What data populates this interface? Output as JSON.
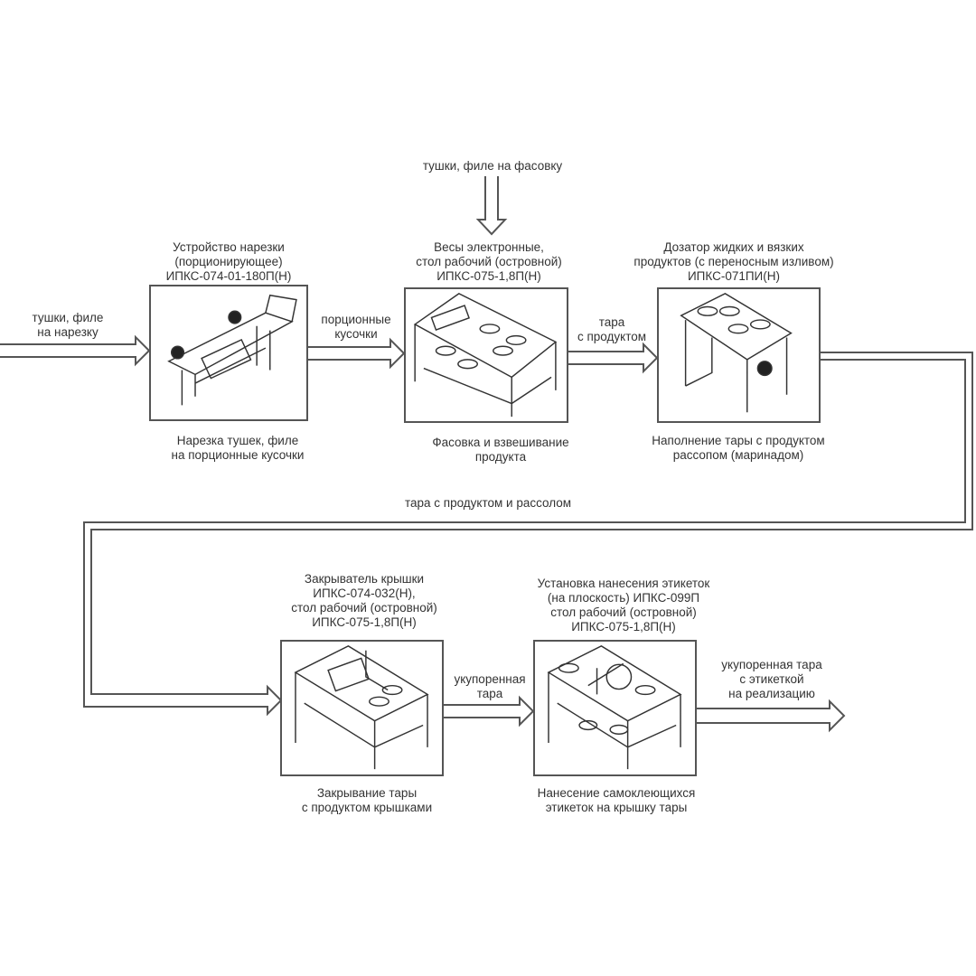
{
  "inputs": {
    "cutting_input": "тушки, филе\nна нарезку",
    "packing_input": "тушки, филе на фасовку"
  },
  "steps": [
    {
      "equipment": "Устройство нарезки\n(порционирующее)\nИПКС-074-01-180П(Н)",
      "operation": "Нарезка тушек, филе\nна порционные кусочки"
    },
    {
      "equipment": "Весы электронные,\nстол рабочий (островной)\nИПКС-075-1,8П(Н)",
      "operation": "Фасовка и взвешивание\nпродукта"
    },
    {
      "equipment": "Дозатор жидких и вязких\nпродуктов (с переносным изливом)\nИПКС-071ПИ(Н)",
      "operation": "Наполнение тары с продуктом\nрассопом (маринадом)"
    },
    {
      "equipment": "Закрыватель крышки\nИПКС-074-032(Н),\nстол рабочий (островной)\nИПКС-075-1,8П(Н)",
      "operation": "Закрывание тары\nс продуктом крышками"
    },
    {
      "equipment": "Установка нанесения этикеток\n(на плоскость) ИПКС-099П\nстол рабочий (островной)\nИПКС-075-1,8П(Н)",
      "operation": "Нанесение самоклеющихся\nэтикеток на крышку тары"
    }
  ],
  "flows": {
    "f1_2": "порционные\nкусочки",
    "f2_3": "тара\nс продуктом",
    "f3_4": "тара с продуктом и рассолом",
    "f4_5": "укупоренная\nтара",
    "output": "укупоренная тара\nс этикеткой\nна реализацию"
  }
}
